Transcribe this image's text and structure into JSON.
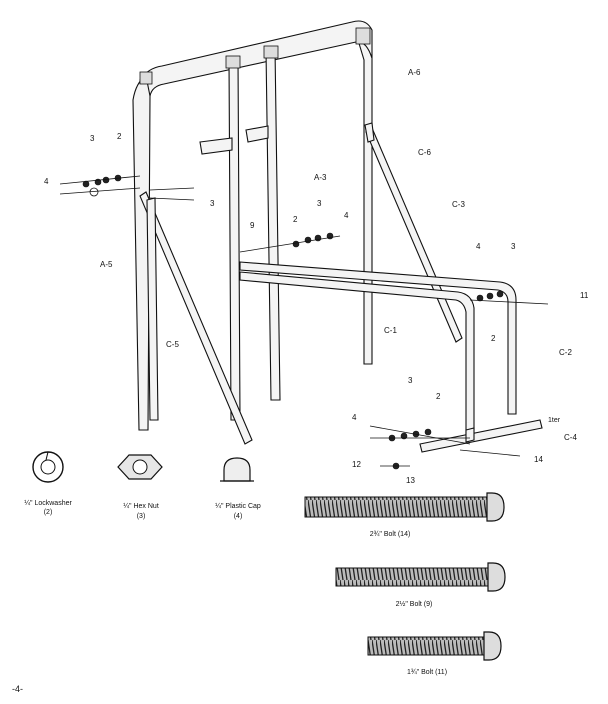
{
  "diagram": {
    "part_labels": {
      "a6": "A-6",
      "a3": "A-3",
      "a5": "A-5",
      "c6_top": "C-6",
      "c5": "C-5",
      "c3": "C-3",
      "c1": "C-1",
      "c2": "C-2",
      "c4": "C-4"
    },
    "callouts": {
      "n3_left": "3",
      "n2_left": "2",
      "n4_left": "4",
      "n3_mid": "3",
      "n9_mid": "9",
      "n2_mid": "2",
      "n3_mid2": "3",
      "n4_mid": "4",
      "n4_right": "4",
      "n3_right": "3",
      "n11": "11",
      "n2_right": "2",
      "n3_low": "3",
      "n2_low": "2",
      "n4_low": "4",
      "n14": "14",
      "n12": "12",
      "n13": "13",
      "n2_low_mark": "1ter"
    },
    "hardware": [
      {
        "name": "¼\" Lockwasher",
        "qty": "(2)"
      },
      {
        "name": "¼\" Hex Nut",
        "qty": "(3)"
      },
      {
        "name": "¼\" Plastic Cap",
        "qty": "(4)"
      }
    ],
    "bolts": [
      {
        "name": "2¾\" Bolt (14)"
      },
      {
        "name": "2½\" Bolt (9)"
      },
      {
        "name": "1¾\" Bolt (11)"
      }
    ],
    "page_number": "-4-"
  }
}
